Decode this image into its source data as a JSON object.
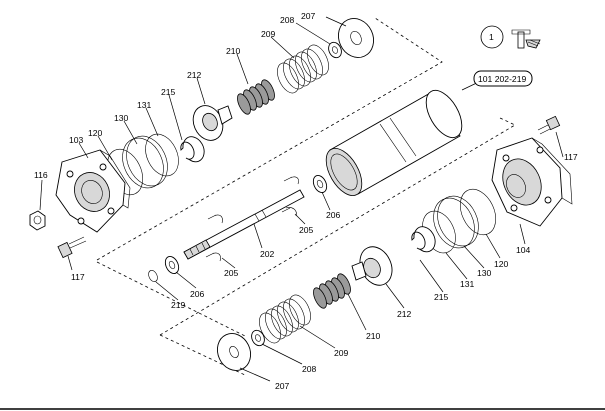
{
  "diagram": {
    "index_badge": "1",
    "assembly_label": "101  202-219",
    "callouts": {
      "c103": "103",
      "c120a": "120",
      "c130a": "130",
      "c131a": "131",
      "c215a": "215",
      "c212a": "212",
      "c210a": "210",
      "c209a": "209",
      "c208a": "208",
      "c207a": "207",
      "c116": "116",
      "c117a": "117",
      "c117b": "117",
      "c202": "202",
      "c205a": "205",
      "c205b": "205",
      "c206a": "206",
      "c206b": "206",
      "c219": "219",
      "c104": "104",
      "c120b": "120",
      "c130b": "130",
      "c131b": "131",
      "c215b": "215",
      "c212b": "212",
      "c210b": "210",
      "c209b": "209",
      "c208b": "208",
      "c207b": "207"
    }
  }
}
